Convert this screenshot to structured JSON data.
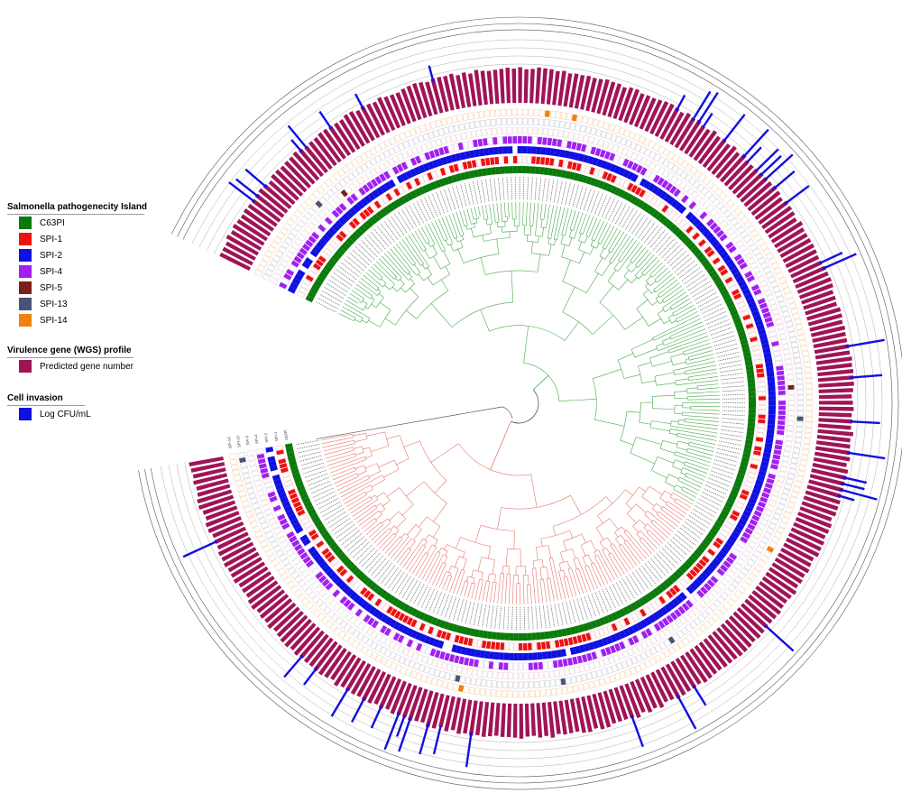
{
  "legend": {
    "spi": {
      "title": "Salmonella pathogenecity Island",
      "items": [
        {
          "label": "C63PI",
          "color": "#0a7a0a"
        },
        {
          "label": "SPI-1",
          "color": "#ee1111"
        },
        {
          "label": "SPI-2",
          "color": "#1010e0"
        },
        {
          "label": "SPI-4",
          "color": "#a020f0"
        },
        {
          "label": "SPI-5",
          "color": "#7b1f1f"
        },
        {
          "label": "SPI-13",
          "color": "#4a5275"
        },
        {
          "label": "SPI-14",
          "color": "#f08010"
        }
      ]
    },
    "virulence": {
      "title": "Virulence gene (WGS) profile",
      "items": [
        {
          "label": "Predicted gene number",
          "color": "#a01456"
        }
      ]
    },
    "invasion": {
      "title": "Cell invasion",
      "items": [
        {
          "label": "Log CFU/mL",
          "color": "#1010e0"
        }
      ]
    }
  },
  "ring_labels": [
    "SPI-14",
    "SPI-13",
    "SPI-5",
    "SPI-4",
    "SPI-2",
    "SPI-1",
    "C63PI"
  ],
  "colors": {
    "clade_red": "#e8776f",
    "clade_green": "#4aa84a",
    "root_branch": "#555555",
    "empty_cell": "#b8b8c8",
    "spi14_outline": "#f2c08a",
    "ring_line": "#555555"
  }
}
